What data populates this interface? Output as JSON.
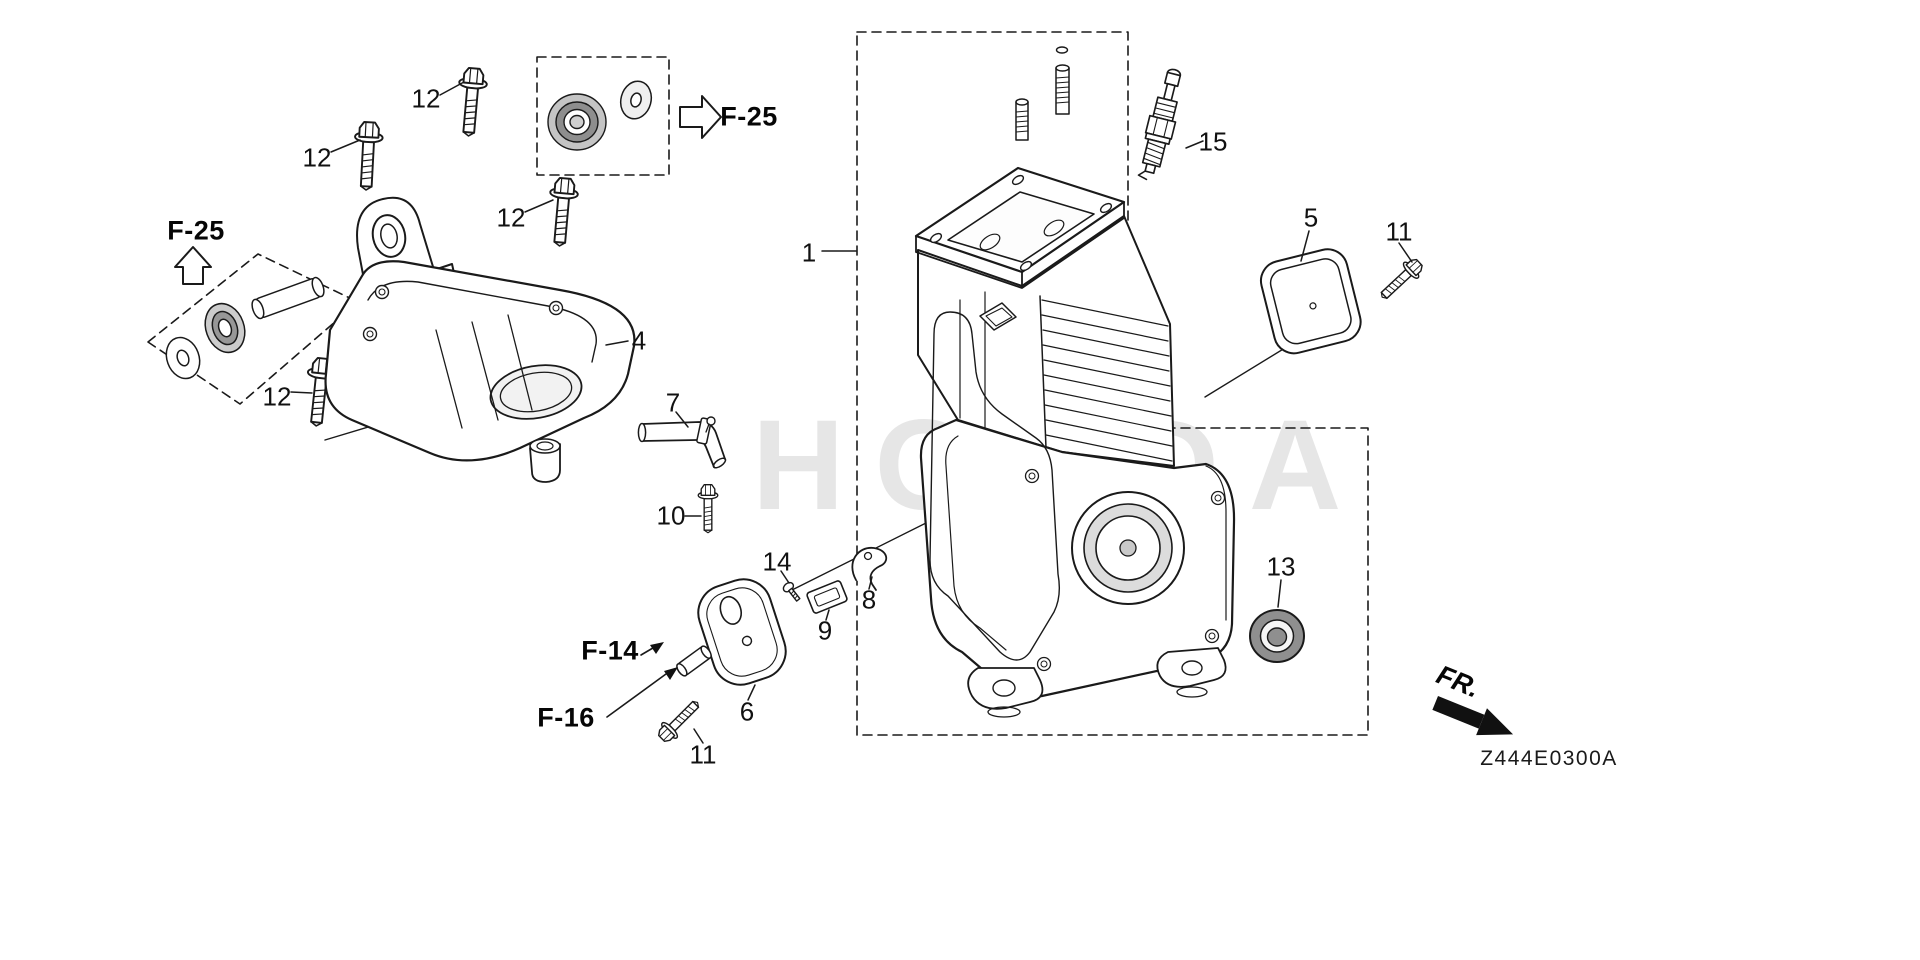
{
  "diagram": {
    "code": "Z444E0300A",
    "fr_label": "FR.",
    "watermark": "HONDA"
  },
  "refs": {
    "f25_top": "F-25",
    "f25_left": "F-25",
    "f14": "F-14",
    "f16": "F-16"
  },
  "callouts": [
    {
      "text": "12"
    },
    {
      "text": "12"
    },
    {
      "text": "12"
    },
    {
      "text": "12"
    },
    {
      "text": "4"
    },
    {
      "text": "7"
    },
    {
      "text": "10"
    },
    {
      "text": "14"
    },
    {
      "text": "9"
    },
    {
      "text": "8"
    },
    {
      "text": "6"
    },
    {
      "text": "11"
    },
    {
      "text": "1"
    },
    {
      "text": "15"
    },
    {
      "text": "5"
    },
    {
      "text": "11"
    },
    {
      "text": "13"
    }
  ],
  "colors": {
    "line_art": "#1a1a1a",
    "watermark": "#e2e2e2",
    "fr_arrow": "#111111"
  }
}
